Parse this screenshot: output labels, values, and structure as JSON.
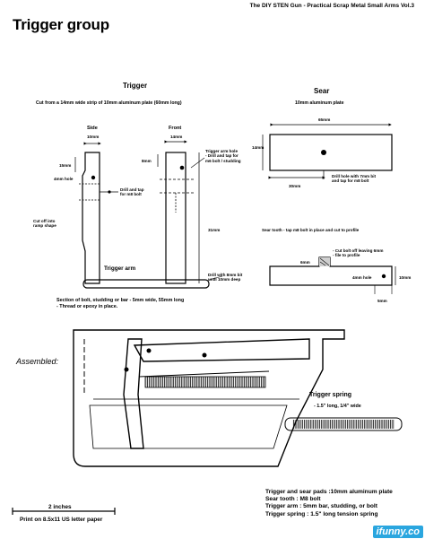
{
  "header": {
    "book_title": "The DIY STEN Gun - Practical Scrap Metal Small Arms Vol.3"
  },
  "page": {
    "title": "Trigger group"
  },
  "trigger": {
    "heading": "Trigger",
    "cut_note": "Cut from a 14mm wide strip of 10mm aluminum plate (60mm long)",
    "side_label": "Side",
    "side_width": "10mm",
    "front_label": "Front",
    "front_width": "14mm",
    "dim_15mm": "15mm",
    "dim_4mm_hole": "4mm hole",
    "dim_8mm": "8mm",
    "arm_hole_note": [
      "Trigger arm hole",
      "- Drill and tap for",
      "m6 bolt / studding"
    ],
    "drill_tap_note": [
      "Drill and tap",
      "for m8 bolt"
    ],
    "cut_off_note": [
      "Cut off into",
      "ramp shape"
    ],
    "dim_31mm": "31mm"
  },
  "sear": {
    "heading": "Sear",
    "subtitle": "10mm aluminum plate",
    "dim_65mm": "65mm",
    "dim_14mm": "14mm",
    "drill_note": [
      "Drill hole with 7mm bit",
      "and tap for m8 bolt"
    ],
    "dim_30mm": "30mm",
    "tooth_note": "Sear tooth - tap m8 bolt in place and cut to profile",
    "cut_bolt_note": [
      "- Cut bolt off leaving 6mm",
      "- file to profile"
    ],
    "dim_6mm_a": "6mm",
    "dim_4mm_hole": "4mm hole",
    "dim_10mm": "10mm",
    "dim_5mm": "5mm"
  },
  "trigger_arm": {
    "heading": "Trigger arm",
    "drill_note": [
      "Drill with 8mm bit",
      "until 10mm deep"
    ],
    "section_note": [
      "Section of bolt, studding or bar - 5mm wide, 55mm long",
      "- Thread or epoxy in place."
    ]
  },
  "assembled": {
    "label": "Assembled:"
  },
  "trigger_spring": {
    "heading": "Trigger spring",
    "spec": "- 1.5\" long, 1/4\" wide"
  },
  "scale": {
    "label": "2 inches"
  },
  "print_note": "Print on 8.5x11 US letter paper",
  "notes": [
    "Trigger and sear pads :10mm aluminum plate",
    "Sear tooth : M8 bolt",
    "Trigger arm : 5mm bar, studding, or bolt",
    "Trigger spring : 1.5\" long  tension spring"
  ],
  "watermark": "ifunny.co"
}
